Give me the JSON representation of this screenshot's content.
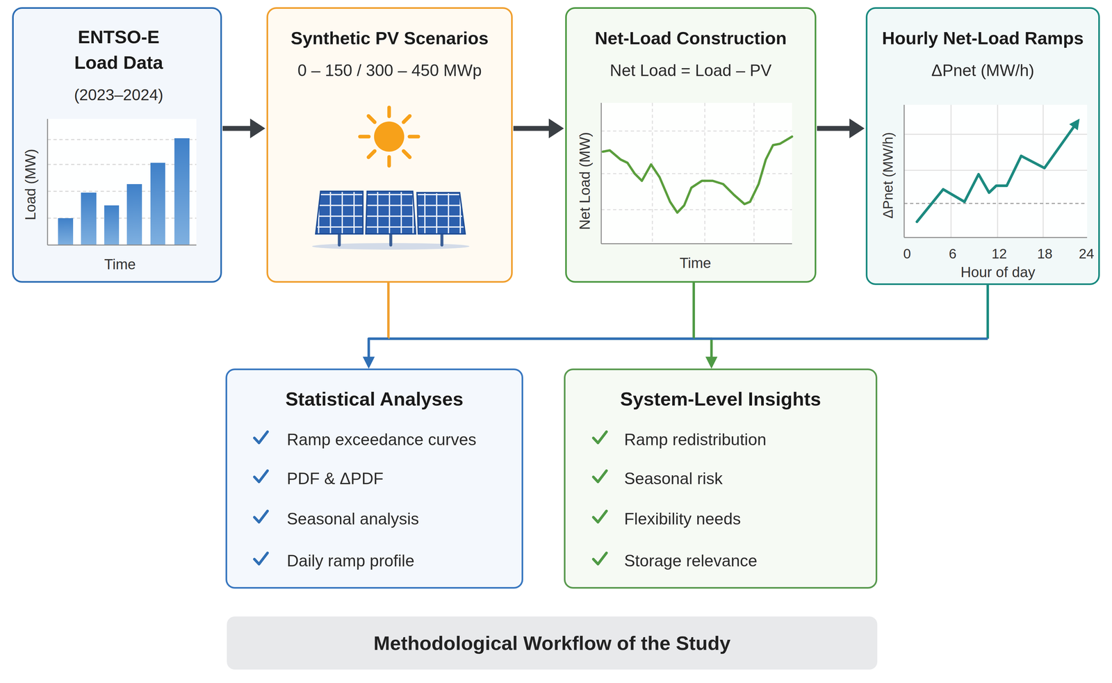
{
  "diagram": {
    "caption": "Methodological Workflow of the Study",
    "nodes": [
      {
        "text": [
          "ENTSO-E Load Data",
          "(2023–2024)",
          "Load (MW)",
          "Time"
        ]
      },
      {
        "text": [
          "Synthetic PV Scenarios",
          "0 – 150 / 300 – 450 MWp"
        ]
      },
      {
        "text": [
          "Net-Load Construction",
          "Net Load = Load – PV",
          "Net Load (MW)",
          "Time"
        ]
      },
      {
        "text": [
          "Hourly Net-Load Ramps",
          "ΔPnet (MW/h)",
          "ΔPnet (MW/h)",
          "0",
          "6",
          "12",
          "18",
          "24",
          "Hour of day"
        ]
      },
      {
        "text": [
          "Statistical Analyses",
          "Ramp exceedance curves",
          "PDF & ΔPDF",
          "Seasonal analysis",
          "Daily ramp profile"
        ]
      },
      {
        "text": [
          "System-Level Insights",
          "Ramp redistribution",
          "Seasonal risk",
          "Flexibility needs",
          "Storage relevance"
        ]
      }
    ],
    "edges": [
      {
        "from": 0,
        "to": 1,
        "arrow": "to"
      },
      {
        "from": 1,
        "to": 2,
        "arrow": "to"
      },
      {
        "from": 2,
        "to": 3,
        "arrow": "to"
      },
      {
        "from": 1,
        "to": 4,
        "arrow": "to"
      },
      {
        "from": 2,
        "to": 4,
        "arrow": "to"
      },
      {
        "from": 3,
        "to": 4,
        "arrow": "to"
      },
      {
        "from": 1,
        "to": 5,
        "arrow": "to"
      },
      {
        "from": 2,
        "to": 5,
        "arrow": "to"
      },
      {
        "from": 3,
        "to": 5,
        "arrow": "to"
      }
    ]
  }
}
